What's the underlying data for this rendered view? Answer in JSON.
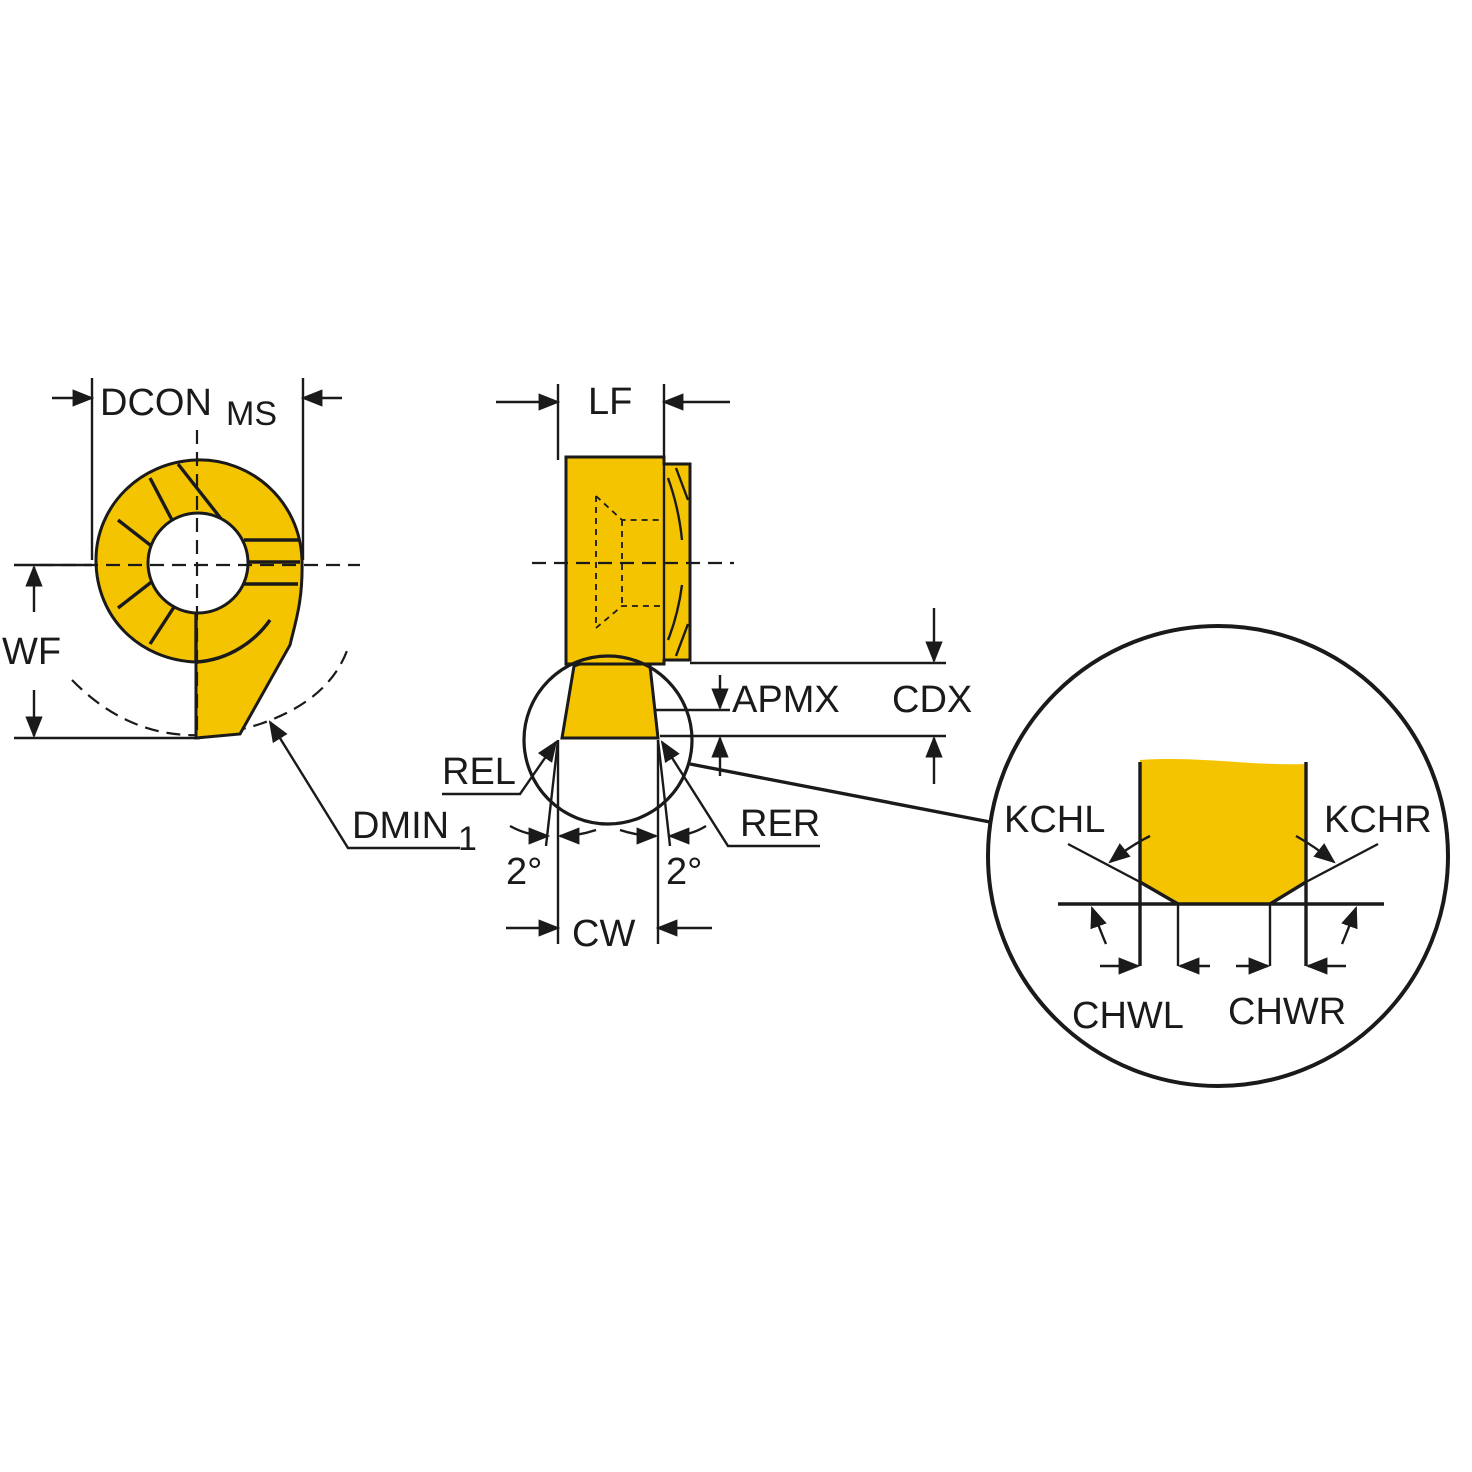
{
  "colors": {
    "insert": "#F5C400",
    "line": "#1a1a1a",
    "background": "#ffffff"
  },
  "labels": {
    "dcon": "DCON",
    "dcon_sub": "MS",
    "wf": "WF",
    "dmin": "DMIN",
    "dmin_sub": "1",
    "lf": "LF",
    "apmx": "APMX",
    "cdx": "CDX",
    "rel": "REL",
    "rer": "RER",
    "angle_left": "2°",
    "angle_right": "2°",
    "cw": "CW",
    "kchl": "KCHL",
    "kchr": "KCHR",
    "chwl": "CHWL",
    "chwr": "CHWR"
  }
}
